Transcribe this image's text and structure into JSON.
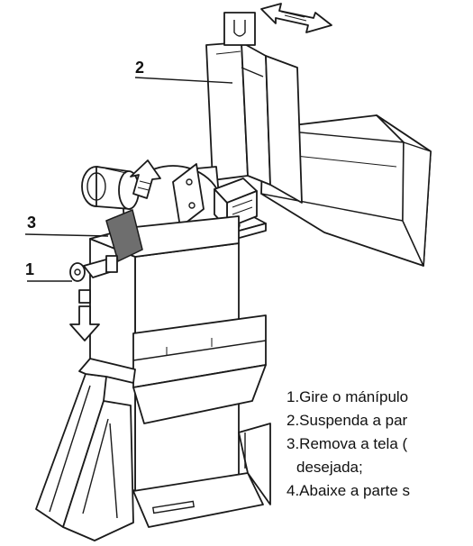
{
  "callouts": [
    {
      "label": "1"
    },
    {
      "label": "2"
    },
    {
      "label": "3"
    }
  ],
  "steps": [
    "1.Gire o mánípulo",
    "2.Suspenda a par",
    "3.Remova a tela (",
    "desejada;",
    "4.Abaixe a parte s"
  ]
}
